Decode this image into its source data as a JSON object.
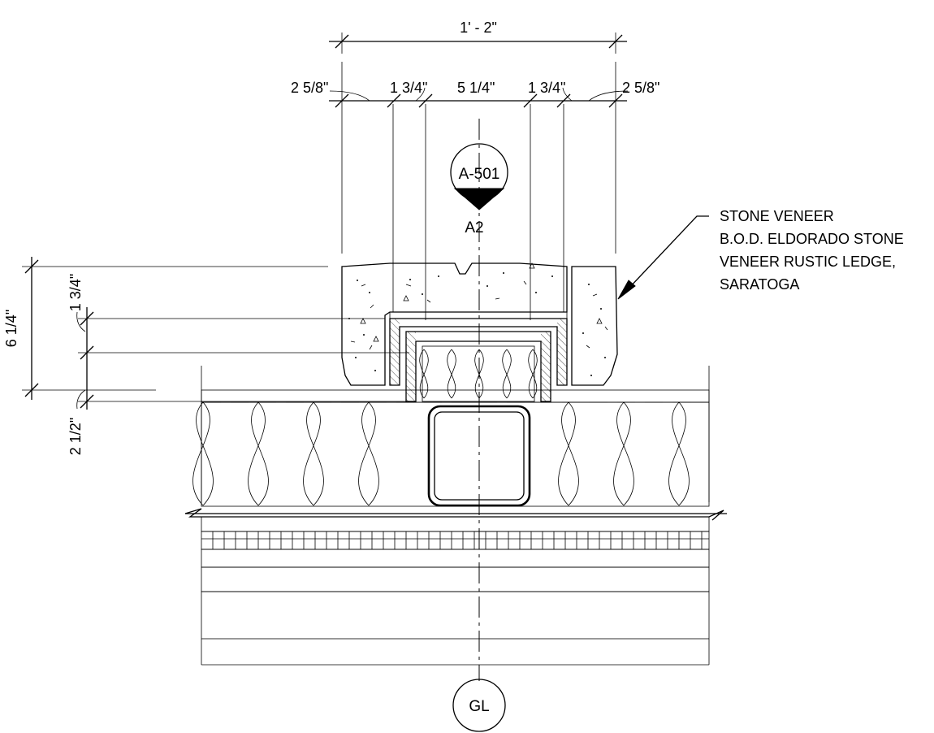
{
  "dimensions": {
    "overall": "1' - 2\"",
    "left_outer": "2 5/8\"",
    "left_inner": "1 3/4\"",
    "center": "5 1/4\"",
    "right_inner": "1 3/4\"",
    "right_outer": "2 5/8\"",
    "vertical_total": "6 1/4\"",
    "vertical_upper": "1 3/4\"",
    "vertical_lower": "2 1/2\""
  },
  "section_tag": {
    "sheet": "A-501",
    "detail": "A2"
  },
  "gridline_bubble": {
    "label": "GL"
  },
  "note": {
    "lines": [
      "STONE VENEER",
      "B.O.D. ELDORADO STONE",
      "VENEER RUSTIC LEDGE,",
      "SARATOGA"
    ]
  }
}
